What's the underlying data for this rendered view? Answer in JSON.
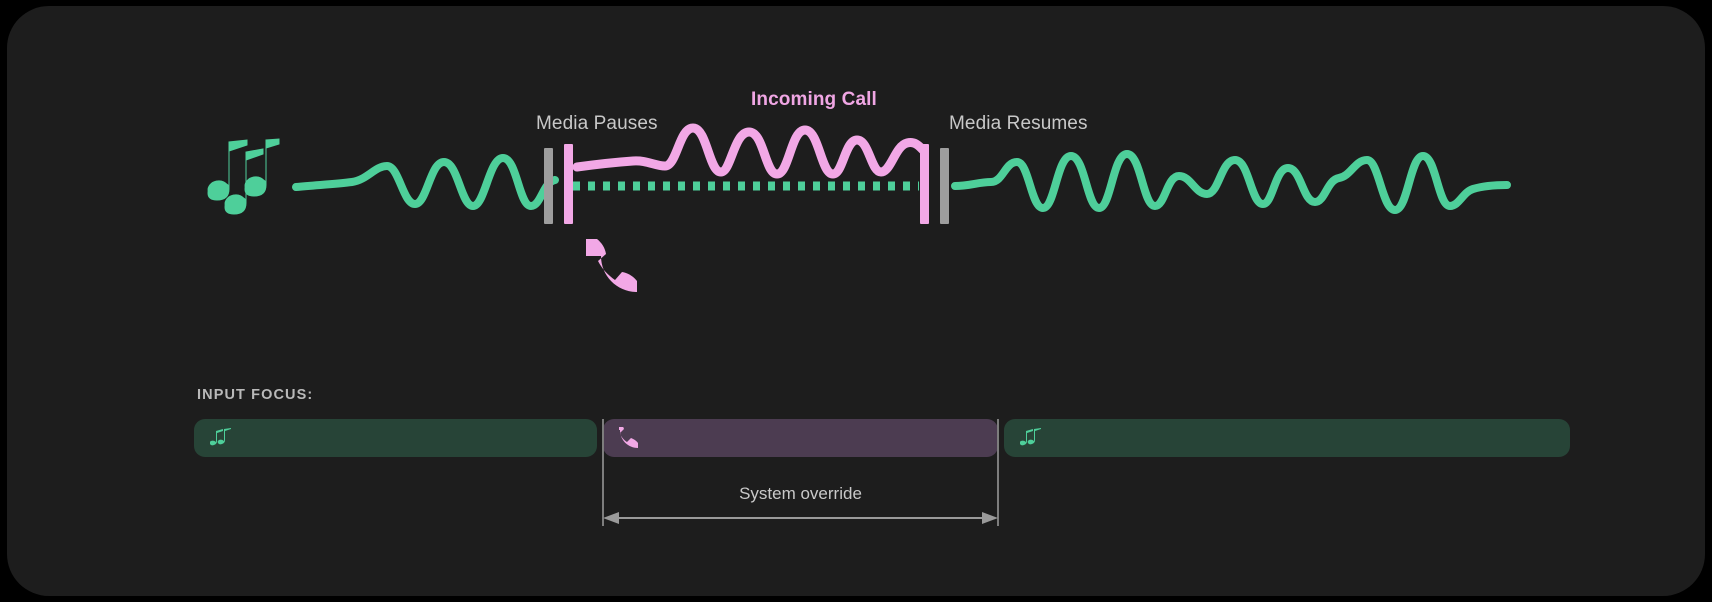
{
  "theme": {
    "page_background": "#000000",
    "card_background": "#1d1d1d",
    "media_accent": "#4ecf9a",
    "call_accent": "#f2a8e6",
    "marker_gray": "#9e9e9e",
    "label_gray": "#c8c8c8",
    "media_track_fill": "#274437",
    "call_track_fill": "#4c3c51"
  },
  "timeline": {
    "labels": {
      "media_pauses": "Media Pauses",
      "incoming_call": "Incoming Call",
      "media_resumes": "Media Resumes"
    },
    "icons": {
      "media": "music-notes-icon",
      "call": "phone-icon"
    },
    "markers": [
      {
        "name": "pause-marker-gray",
        "x": 541,
        "color": "#9e9e9e"
      },
      {
        "name": "pause-marker-pink",
        "x": 561,
        "color": "#f2a8e6"
      },
      {
        "name": "resume-marker-pink",
        "x": 917,
        "color": "#f2a8e6"
      },
      {
        "name": "resume-marker-gray",
        "x": 937,
        "color": "#9e9e9e"
      }
    ],
    "dotted_segment": {
      "name": "media-paused-dotted-line",
      "color": "#4ecf9a",
      "from_x": 562,
      "to_x": 914,
      "y": 180,
      "dot_count": 23
    }
  },
  "input_focus": {
    "title": "INPUT FOCUS:",
    "tracks": [
      {
        "name": "focus-track-media-before",
        "owner": "media",
        "icon": "music-notes-icon"
      },
      {
        "name": "focus-track-call",
        "owner": "call",
        "icon": "phone-icon"
      },
      {
        "name": "focus-track-media-after",
        "owner": "media",
        "icon": "music-notes-icon"
      }
    ],
    "override": {
      "label": "System override",
      "arrow": "double-headed-arrow"
    }
  },
  "chart_data": {
    "type": "line",
    "title": "Incoming Call",
    "xlabel": "",
    "ylabel": "",
    "series": [
      {
        "name": "Media audio (before pause)",
        "color": "#4ecf9a",
        "x_range": [
          289,
          540
        ],
        "baseline_y": 180
      },
      {
        "name": "Media audio (paused / dotted)",
        "color": "#4ecf9a",
        "x_range": [
          562,
          914
        ],
        "baseline_y": 180
      },
      {
        "name": "Media audio (after resume)",
        "color": "#4ecf9a",
        "x_range": [
          948,
          1450
        ],
        "baseline_y": 180
      },
      {
        "name": "Call audio",
        "color": "#f2a8e6",
        "x_range": [
          570,
          916
        ],
        "baseline_y": 155
      }
    ]
  }
}
